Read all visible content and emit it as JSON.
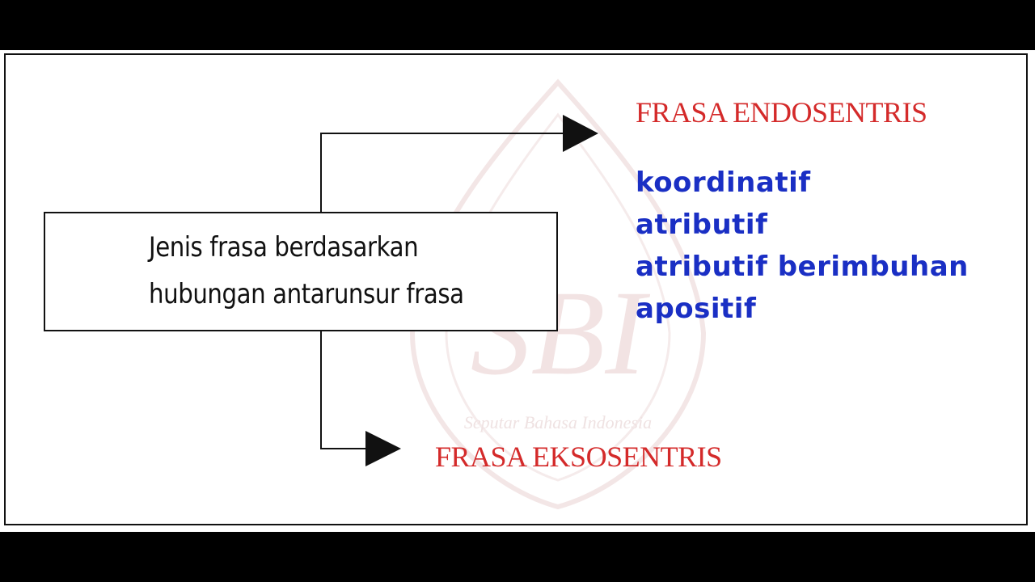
{
  "diagram": {
    "main_box": {
      "line1": "Jenis frasa berdasarkan",
      "line2": "hubungan antarunsur frasa"
    },
    "endosentris": {
      "title": "FRASA ENDOSENTRIS",
      "items": [
        "koordinatif",
        "atributif",
        "atributif berimbuhan",
        "apositif"
      ]
    },
    "eksosentris": {
      "title": "FRASA EKSOSENTRIS"
    },
    "watermark": {
      "monogram": "SBI",
      "caption": "Seputar Bahasa Indonesia"
    }
  },
  "colors": {
    "heading": "#d42a2a",
    "list": "#1a2fc4",
    "text": "#111111",
    "watermark": "#f0e0e0"
  }
}
